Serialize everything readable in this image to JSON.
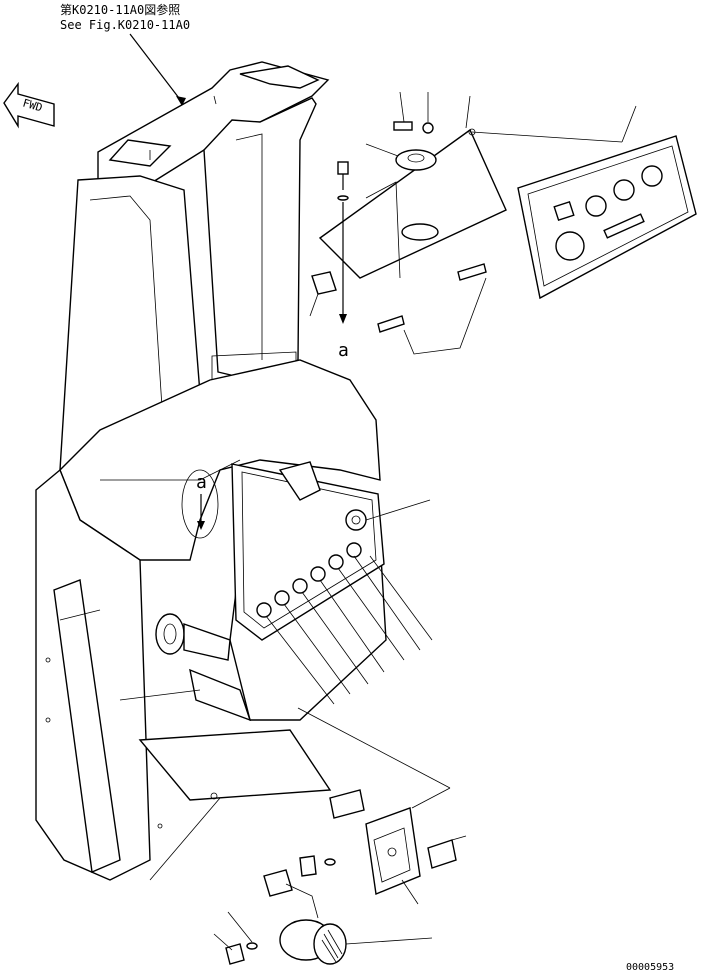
{
  "header": {
    "reference_ja": "第K0210-11A0図参照",
    "reference_en": "See Fig.K0210-11A0"
  },
  "direction_marker": {
    "label": "FWD",
    "icon": "fwd-arrow-icon"
  },
  "callouts": {
    "marker_a_top": "a",
    "marker_a_console": "a"
  },
  "footer": {
    "drawing_number": "00005953"
  }
}
